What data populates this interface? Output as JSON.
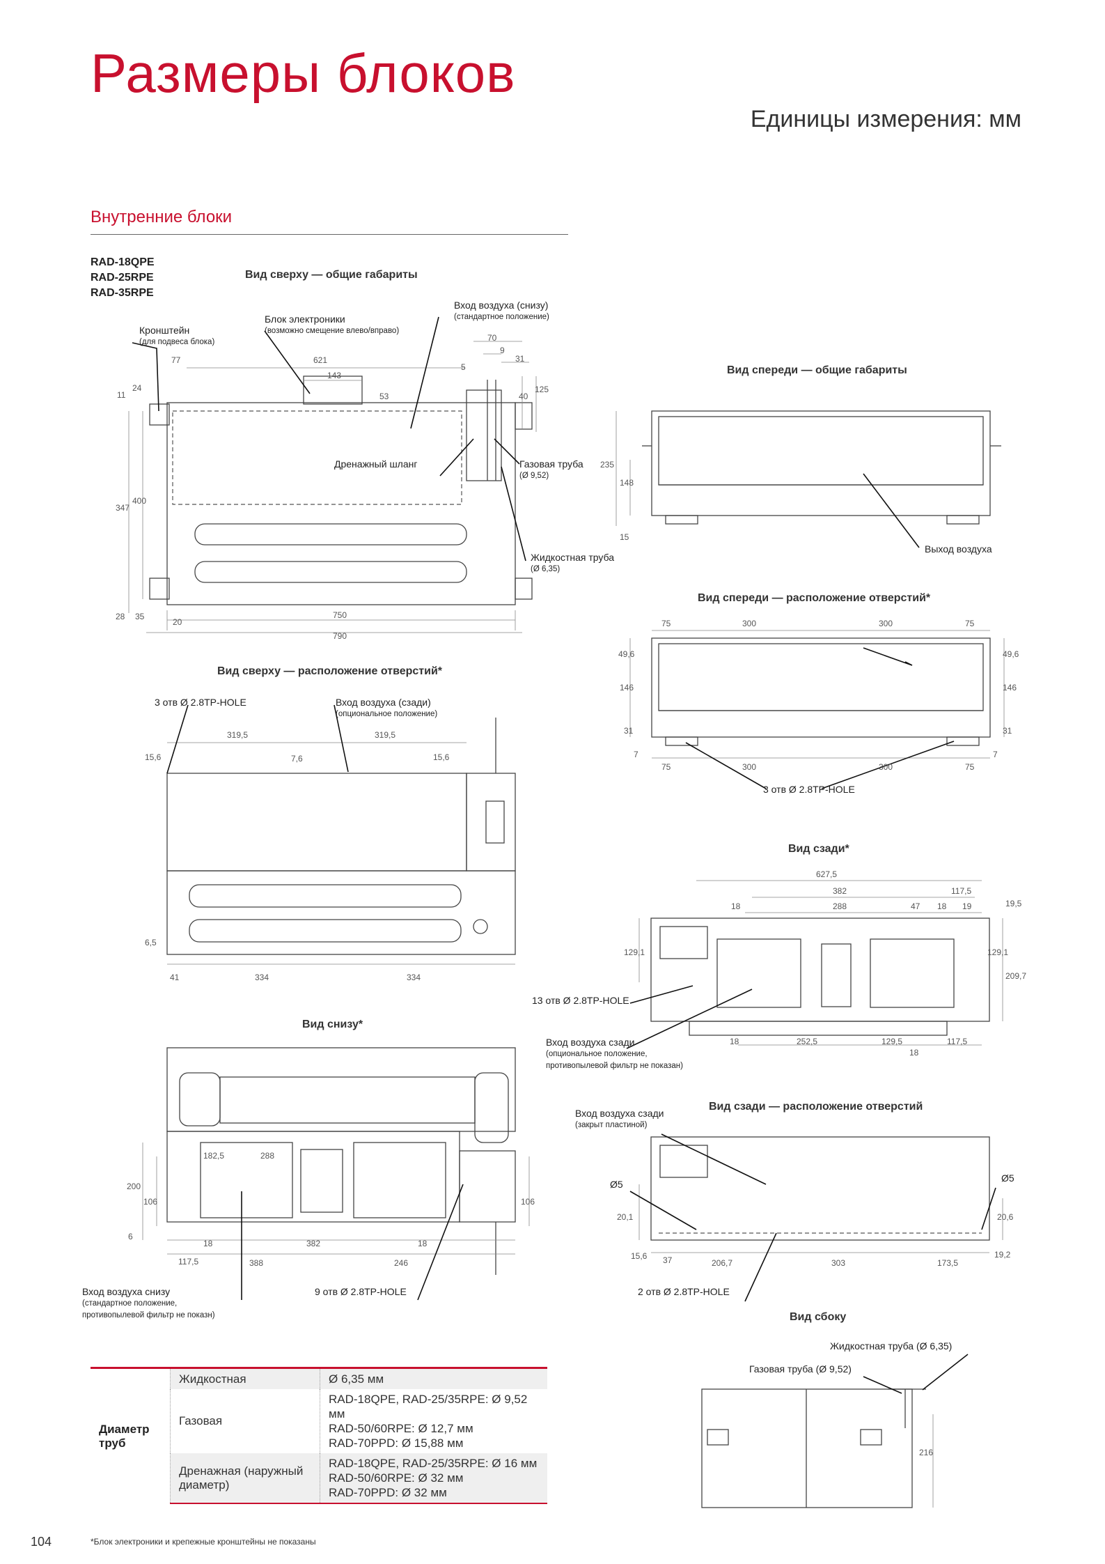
{
  "header": {
    "title": "Размеры блоков",
    "units": "Единицы измерения: мм"
  },
  "section": {
    "title": "Внутренние блоки",
    "models": [
      "RAD-18QPE",
      "RAD-25RPE",
      "RAD-35RPE"
    ]
  },
  "views": {
    "top_overall": "Вид сверху — общие габариты",
    "front_overall": "Вид спереди — общие габариты",
    "front_holes": "Вид спереди — расположение отверстий*",
    "top_holes": "Вид сверху — расположение отверстий*",
    "rear": "Вид сзади*",
    "bottom": "Вид снизу*",
    "rear_holes": "Вид сзади — расположение отверстий",
    "side": "Вид сбоку"
  },
  "notes": {
    "bracket": "Кронштейн",
    "bracket_sub": "(для подвеса блока)",
    "electronics": "Блок электроники",
    "electronics_sub": "(возможно смещение влево/вправо)",
    "air_in_bottom": "Вход воздуха (снизу)",
    "air_in_bottom_sub": "(стандартное положение)",
    "drain_hose": "Дренажный шланг",
    "gas_pipe": "Газовая труба",
    "gas_pipe_sub": "(Ø 9,52)",
    "liquid_pipe": "Жидкостная труба",
    "liquid_pipe_sub": "(Ø 6,35)",
    "air_out": "Выход воздуха",
    "holes_3_top": "3 отв Ø 2.8TP-HOLE",
    "air_in_rear_top": "Вход воздуха (сзади)",
    "air_in_rear_top_sub": "(опциональное положение)",
    "holes_3_front": "3 отв Ø 2.8TP-HOLE",
    "holes_13": "13 отв Ø 2.8TP-HOLE",
    "air_in_rear": "Вход воздуха сзади",
    "air_in_rear_sub1": "(опциональное положение,",
    "air_in_rear_sub2": "противопылевой фильтр не показан)",
    "air_in_rear_closed": "Вход воздуха сзади",
    "air_in_rear_closed_sub": "(закрыт пластиной)",
    "d5_left": "Ø5",
    "d5_right": "Ø5",
    "holes_2": "2 отв Ø 2.8TP-HOLE",
    "air_in_bottom2": "Вход воздуха снизу",
    "air_in_bottom2_sub1": "(стандартное положение,",
    "air_in_bottom2_sub2": "противопылевой фильтр не показн)",
    "holes_9": "9 отв Ø 2.8TP-HOLE",
    "side_liquid": "Жидкостная труба (Ø 6,35)",
    "side_gas": "Газовая труба (Ø 9,52)"
  },
  "dims": {
    "top": [
      "77",
      "621",
      "143",
      "53",
      "70",
      "9",
      "31",
      "5",
      "40",
      "125",
      "11",
      "24",
      "347",
      "400",
      "28",
      "35",
      "20",
      "750",
      "790"
    ],
    "front": [
      "235",
      "148",
      "15"
    ],
    "front_holes": [
      "75",
      "300",
      "300",
      "75",
      "49,6",
      "146",
      "31",
      "7",
      "75",
      "300",
      "300",
      "75",
      "7",
      "49,6",
      "146",
      "31"
    ],
    "top_holes": [
      "319,5",
      "319,5",
      "15,6",
      "7,6",
      "15,6",
      "6,5",
      "41",
      "334",
      "334"
    ],
    "rear": [
      "627,5",
      "382",
      "117,5",
      "18",
      "288",
      "47",
      "18",
      "19",
      "19,5",
      "129,1",
      "129,1",
      "209,7",
      "18",
      "252,5",
      "129,5",
      "117,5",
      "18"
    ],
    "bottom": [
      "182,5",
      "288",
      "200",
      "106",
      "106",
      "6",
      "18",
      "382",
      "18",
      "117,5",
      "388",
      "246"
    ],
    "rear_holes": [
      "20,1",
      "20,6",
      "15,6",
      "37",
      "206,7",
      "303",
      "173,5",
      "19,2"
    ],
    "side": [
      "216"
    ]
  },
  "pipe_table": {
    "header": "Диаметр труб",
    "rows": [
      {
        "kind": "Жидкостная",
        "values": [
          "Ø 6,35 мм"
        ]
      },
      {
        "kind": "Газовая",
        "values": [
          "RAD-18QPE, RAD-25/35RPE: Ø 9,52 мм",
          "RAD-50/60RPE: Ø 12,7 мм",
          "RAD-70PPD: Ø 15,88 мм"
        ]
      },
      {
        "kind": "Дренажная (наружный диаметр)",
        "values": [
          "RAD-18QPE, RAD-25/35RPE: Ø 16 мм",
          "RAD-50/60RPE: Ø 32 мм",
          "RAD-70PPD: Ø 32 мм"
        ]
      }
    ]
  },
  "footer": {
    "page_number": "104",
    "footnote": "*Блок электроники и крепежные кронштейны не показаны"
  }
}
